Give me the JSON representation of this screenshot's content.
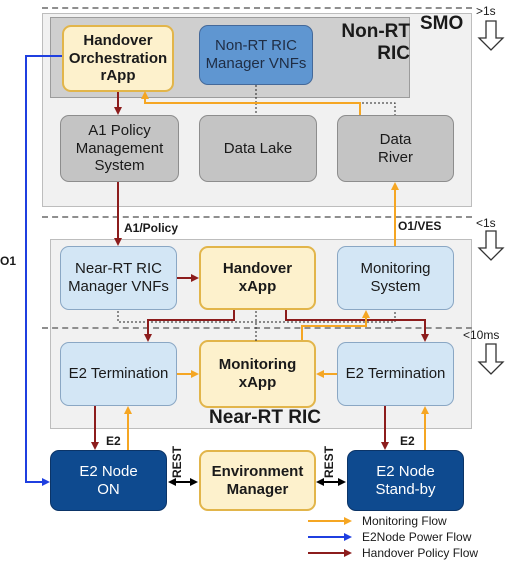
{
  "regions": {
    "smo": "SMO",
    "non_rt_ric": "Non-RT\nRIC",
    "near_rt_ric": "Near-RT RIC"
  },
  "timescales": [
    ">1s",
    "<1s",
    "<10ms"
  ],
  "boxes": {
    "handover_rapp": "Handover\nOrchestration\nrApp",
    "nonrt_vnfs": "Non-RT RIC\nManager VNFs",
    "a1_pms": "A1 Policy\nManagement\nSystem",
    "data_lake": "Data Lake",
    "data_river": "Data\nRiver",
    "nearrt_vnfs": "Near-RT RIC\nManager VNFs",
    "handover_xapp": "Handover\nxApp",
    "monitoring_system": "Monitoring\nSystem",
    "e2_term_left": "E2 Termination",
    "monitoring_xapp": "Monitoring\nxApp",
    "e2_term_right": "E2 Termination",
    "e2_node_on": "E2 Node\nON",
    "env_manager": "Environment\nManager",
    "e2_node_standby": "E2 Node\nStand-by"
  },
  "link_labels": {
    "o1": "O1",
    "a1": "A1/Policy",
    "o1_ves": "O1/VES",
    "e2_left": "E2",
    "e2_right": "E2",
    "rest_left": "REST",
    "rest_right": "REST"
  },
  "legend": [
    {
      "label": "Monitoring Flow",
      "color": "#f5a623"
    },
    {
      "label": "E2Node Power Flow",
      "color": "#1f3fe0"
    },
    {
      "label": "Handover Policy Flow",
      "color": "#8c1c1c"
    }
  ],
  "colors": {
    "monitoring": "#f5a623",
    "power": "#1f3fe0",
    "policy": "#8c1c1c"
  }
}
